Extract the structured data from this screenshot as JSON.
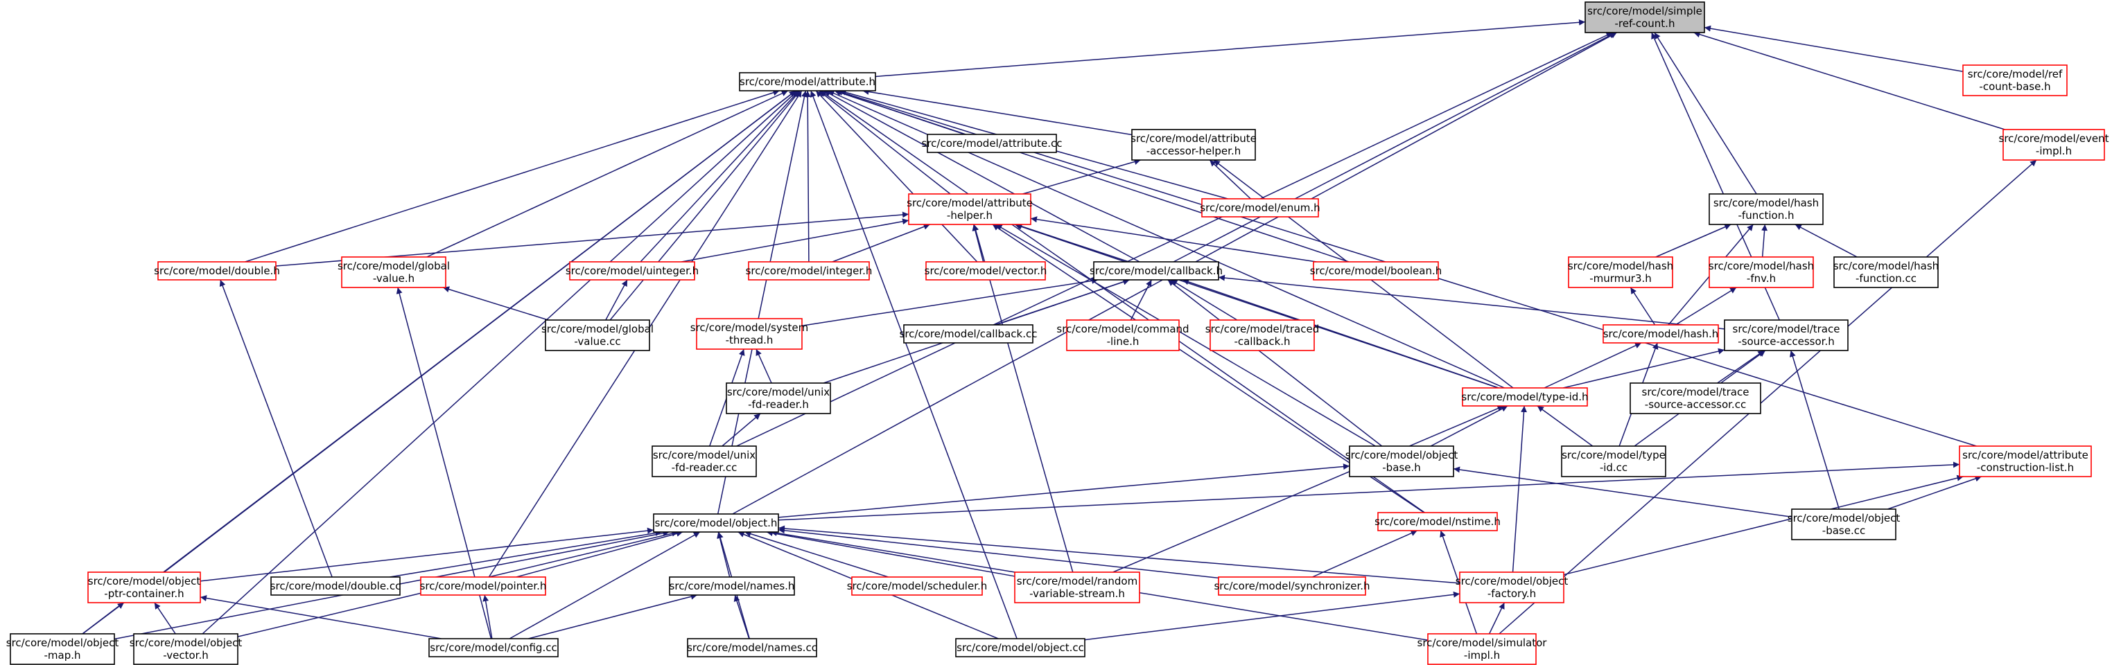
{
  "colors": {
    "edge": "#191970",
    "inherit_box": "#000000",
    "missing_box": "#ff0000",
    "root_fill": "#bfbfbf"
  },
  "nodes": [
    {
      "id": "simple-ref-count",
      "lines": [
        "src/core/model/simple",
        "-ref-count.h"
      ],
      "style": "root"
    },
    {
      "id": "attribute-h",
      "lines": [
        "src/core/model/attribute.h"
      ],
      "style": "black"
    },
    {
      "id": "ref-count-base",
      "lines": [
        "src/core/model/ref",
        "-count-base.h"
      ],
      "style": "red"
    },
    {
      "id": "event-impl",
      "lines": [
        "src/core/model/event",
        "-impl.h"
      ],
      "style": "red"
    },
    {
      "id": "attribute-cc",
      "lines": [
        "src/core/model/attribute.cc"
      ],
      "style": "black"
    },
    {
      "id": "attribute-accessor-helper",
      "lines": [
        "src/core/model/attribute",
        "-accessor-helper.h"
      ],
      "style": "black"
    },
    {
      "id": "attribute-helper",
      "lines": [
        "src/core/model/attribute",
        "-helper.h"
      ],
      "style": "red"
    },
    {
      "id": "enum-h",
      "lines": [
        "src/core/model/enum.h"
      ],
      "style": "red"
    },
    {
      "id": "hash-function-h",
      "lines": [
        "src/core/model/hash",
        "-function.h"
      ],
      "style": "black"
    },
    {
      "id": "double-h",
      "lines": [
        "src/core/model/double.h"
      ],
      "style": "red"
    },
    {
      "id": "global-value-h",
      "lines": [
        "src/core/model/global",
        "-value.h"
      ],
      "style": "red"
    },
    {
      "id": "uinteger-h",
      "lines": [
        "src/core/model/uinteger.h"
      ],
      "style": "red"
    },
    {
      "id": "integer-h",
      "lines": [
        "src/core/model/integer.h"
      ],
      "style": "red"
    },
    {
      "id": "vector-h",
      "lines": [
        "src/core/model/vector.h"
      ],
      "style": "red"
    },
    {
      "id": "callback-h",
      "lines": [
        "src/core/model/callback.h"
      ],
      "style": "black"
    },
    {
      "id": "boolean-h",
      "lines": [
        "src/core/model/boolean.h"
      ],
      "style": "red"
    },
    {
      "id": "hash-murmur3",
      "lines": [
        "src/core/model/hash",
        "-murmur3.h"
      ],
      "style": "red"
    },
    {
      "id": "hash-fnv",
      "lines": [
        "src/core/model/hash",
        "-fnv.h"
      ],
      "style": "red"
    },
    {
      "id": "hash-function-cc",
      "lines": [
        "src/core/model/hash",
        "-function.cc"
      ],
      "style": "black"
    },
    {
      "id": "global-value-cc",
      "lines": [
        "src/core/model/global",
        "-value.cc"
      ],
      "style": "black"
    },
    {
      "id": "system-thread",
      "lines": [
        "src/core/model/system",
        "-thread.h"
      ],
      "style": "red"
    },
    {
      "id": "callback-cc",
      "lines": [
        "src/core/model/callback.cc"
      ],
      "style": "black"
    },
    {
      "id": "command-line",
      "lines": [
        "src/core/model/command",
        "-line.h"
      ],
      "style": "red"
    },
    {
      "id": "traced-callback",
      "lines": [
        "src/core/model/traced",
        "-callback.h"
      ],
      "style": "red"
    },
    {
      "id": "hash-h",
      "lines": [
        "src/core/model/hash.h"
      ],
      "style": "red"
    },
    {
      "id": "trace-source-accessor-h",
      "lines": [
        "src/core/model/trace",
        "-source-accessor.h"
      ],
      "style": "black"
    },
    {
      "id": "unix-fd-reader-h",
      "lines": [
        "src/core/model/unix",
        "-fd-reader.h"
      ],
      "style": "black"
    },
    {
      "id": "type-id-h",
      "lines": [
        "src/core/model/type-id.h"
      ],
      "style": "red"
    },
    {
      "id": "trace-source-accessor-cc",
      "lines": [
        "src/core/model/trace",
        "-source-accessor.cc"
      ],
      "style": "black"
    },
    {
      "id": "unix-fd-reader-cc",
      "lines": [
        "src/core/model/unix",
        "-fd-reader.cc"
      ],
      "style": "black"
    },
    {
      "id": "object-base-h",
      "lines": [
        "src/core/model/object",
        "-base.h"
      ],
      "style": "black"
    },
    {
      "id": "type-id-cc",
      "lines": [
        "src/core/model/type",
        "-id.cc"
      ],
      "style": "black"
    },
    {
      "id": "attribute-construction-list",
      "lines": [
        "src/core/model/attribute",
        "-construction-list.h"
      ],
      "style": "red"
    },
    {
      "id": "object-h",
      "lines": [
        "src/core/model/object.h"
      ],
      "style": "black"
    },
    {
      "id": "nstime-h",
      "lines": [
        "src/core/model/nstime.h"
      ],
      "style": "red"
    },
    {
      "id": "object-base-cc",
      "lines": [
        "src/core/model/object",
        "-base.cc"
      ],
      "style": "black"
    },
    {
      "id": "object-ptr-container",
      "lines": [
        "src/core/model/object",
        "-ptr-container.h"
      ],
      "style": "red"
    },
    {
      "id": "double-cc",
      "lines": [
        "src/core/model/double.cc"
      ],
      "style": "black"
    },
    {
      "id": "pointer-h",
      "lines": [
        "src/core/model/pointer.h"
      ],
      "style": "red"
    },
    {
      "id": "names-h",
      "lines": [
        "src/core/model/names.h"
      ],
      "style": "black"
    },
    {
      "id": "scheduler-h",
      "lines": [
        "src/core/model/scheduler.h"
      ],
      "style": "red"
    },
    {
      "id": "random-variable-stream",
      "lines": [
        "src/core/model/random",
        "-variable-stream.h"
      ],
      "style": "red"
    },
    {
      "id": "synchronizer-h",
      "lines": [
        "src/core/model/synchronizer.h"
      ],
      "style": "red"
    },
    {
      "id": "object-factory",
      "lines": [
        "src/core/model/object",
        "-factory.h"
      ],
      "style": "red"
    },
    {
      "id": "object-map",
      "lines": [
        "src/core/model/object",
        "-map.h"
      ],
      "style": "black"
    },
    {
      "id": "object-vector",
      "lines": [
        "src/core/model/object",
        "-vector.h"
      ],
      "style": "black"
    },
    {
      "id": "config-cc",
      "lines": [
        "src/core/model/config.cc"
      ],
      "style": "black"
    },
    {
      "id": "names-cc",
      "lines": [
        "src/core/model/names.cc"
      ],
      "style": "black"
    },
    {
      "id": "object-cc",
      "lines": [
        "src/core/model/object.cc"
      ],
      "style": "black"
    },
    {
      "id": "simulator-impl",
      "lines": [
        "src/core/model/simulator",
        "-impl.h"
      ],
      "style": "red"
    }
  ],
  "edges": [
    [
      "attribute-h",
      "simple-ref-count"
    ],
    [
      "ref-count-base",
      "simple-ref-count"
    ],
    [
      "event-impl",
      "simple-ref-count"
    ],
    [
      "hash-function-h",
      "simple-ref-count"
    ],
    [
      "trace-source-accessor-h",
      "simple-ref-count"
    ],
    [
      "callback-h",
      "simple-ref-count"
    ],
    [
      "unix-fd-reader-cc",
      "simple-ref-count"
    ],
    [
      "object-h",
      "simple-ref-count"
    ],
    [
      "simulator-impl",
      "event-impl"
    ],
    [
      "attribute-cc",
      "attribute-h"
    ],
    [
      "attribute-accessor-helper",
      "attribute-h"
    ],
    [
      "attribute-helper",
      "attribute-h"
    ],
    [
      "enum-h",
      "attribute-h"
    ],
    [
      "boolean-h",
      "attribute-h"
    ],
    [
      "double-h",
      "attribute-h"
    ],
    [
      "global-value-h",
      "attribute-h"
    ],
    [
      "uinteger-h",
      "attribute-h"
    ],
    [
      "integer-h",
      "attribute-h"
    ],
    [
      "vector-h",
      "attribute-h"
    ],
    [
      "callback-h",
      "attribute-h"
    ],
    [
      "type-id-h",
      "attribute-h"
    ],
    [
      "attribute-construction-list",
      "attribute-h"
    ],
    [
      "object-h",
      "attribute-h"
    ],
    [
      "object-ptr-container",
      "attribute-h"
    ],
    [
      "pointer-h",
      "attribute-h"
    ],
    [
      "object-map",
      "attribute-h"
    ],
    [
      "object-vector",
      "attribute-h"
    ],
    [
      "global-value-cc",
      "attribute-h"
    ],
    [
      "object-cc",
      "attribute-h"
    ],
    [
      "nstime-h",
      "attribute-h"
    ],
    [
      "attribute-helper",
      "attribute-accessor-helper"
    ],
    [
      "enum-h",
      "attribute-accessor-helper"
    ],
    [
      "type-id-h",
      "attribute-accessor-helper"
    ],
    [
      "double-h",
      "attribute-helper"
    ],
    [
      "uinteger-h",
      "attribute-helper"
    ],
    [
      "integer-h",
      "attribute-helper"
    ],
    [
      "vector-h",
      "attribute-helper"
    ],
    [
      "callback-h",
      "attribute-helper"
    ],
    [
      "boolean-h",
      "attribute-helper"
    ],
    [
      "type-id-h",
      "attribute-helper"
    ],
    [
      "object-base-h",
      "attribute-helper"
    ],
    [
      "random-variable-stream",
      "attribute-helper"
    ],
    [
      "nstime-h",
      "attribute-helper"
    ],
    [
      "hash-murmur3",
      "hash-function-h"
    ],
    [
      "hash-fnv",
      "hash-function-h"
    ],
    [
      "hash-function-cc",
      "hash-function-h"
    ],
    [
      "hash-h",
      "hash-function-h"
    ],
    [
      "hash-h",
      "hash-murmur3"
    ],
    [
      "hash-h",
      "hash-fnv"
    ],
    [
      "type-id-h",
      "hash-h"
    ],
    [
      "type-id-cc",
      "hash-h"
    ],
    [
      "global-value-cc",
      "global-value-h"
    ],
    [
      "config-cc",
      "global-value-h"
    ],
    [
      "global-value-cc",
      "uinteger-h"
    ],
    [
      "double-cc",
      "double-h"
    ],
    [
      "system-thread",
      "callback-h"
    ],
    [
      "callback-cc",
      "callback-h"
    ],
    [
      "command-line",
      "callback-h"
    ],
    [
      "traced-callback",
      "callback-h"
    ],
    [
      "trace-source-accessor-h",
      "callback-h"
    ],
    [
      "type-id-h",
      "callback-h"
    ],
    [
      "unix-fd-reader-h",
      "callback-h"
    ],
    [
      "object-base-h",
      "callback-h"
    ],
    [
      "unix-fd-reader-h",
      "system-thread"
    ],
    [
      "unix-fd-reader-cc",
      "system-thread"
    ],
    [
      "unix-fd-reader-cc",
      "unix-fd-reader-h"
    ],
    [
      "type-id-h",
      "trace-source-accessor-h"
    ],
    [
      "trace-source-accessor-cc",
      "trace-source-accessor-h"
    ],
    [
      "type-id-cc",
      "trace-source-accessor-h"
    ],
    [
      "object-base-cc",
      "trace-source-accessor-h"
    ],
    [
      "object-base-h",
      "type-id-h"
    ],
    [
      "type-id-cc",
      "type-id-h"
    ],
    [
      "random-variable-stream",
      "type-id-h"
    ],
    [
      "object-factory",
      "type-id-h"
    ],
    [
      "object-h",
      "object-base-h"
    ],
    [
      "object-base-cc",
      "object-base-h"
    ],
    [
      "object-h",
      "attribute-construction-list"
    ],
    [
      "object-base-cc",
      "attribute-construction-list"
    ],
    [
      "object-factory",
      "attribute-construction-list"
    ],
    [
      "object-ptr-container",
      "object-h"
    ],
    [
      "double-cc",
      "object-h"
    ],
    [
      "pointer-h",
      "object-h"
    ],
    [
      "names-h",
      "object-h"
    ],
    [
      "scheduler-h",
      "object-h"
    ],
    [
      "random-variable-stream",
      "object-h"
    ],
    [
      "synchronizer-h",
      "object-h"
    ],
    [
      "object-factory",
      "object-h"
    ],
    [
      "object-map",
      "object-h"
    ],
    [
      "object-vector",
      "object-h"
    ],
    [
      "config-cc",
      "object-h"
    ],
    [
      "names-cc",
      "object-h"
    ],
    [
      "object-cc",
      "object-h"
    ],
    [
      "simulator-impl",
      "object-h"
    ],
    [
      "synchronizer-h",
      "nstime-h"
    ],
    [
      "simulator-impl",
      "nstime-h"
    ],
    [
      "object-map",
      "object-ptr-container"
    ],
    [
      "object-vector",
      "object-ptr-container"
    ],
    [
      "config-cc",
      "object-ptr-container"
    ],
    [
      "config-cc",
      "pointer-h"
    ],
    [
      "config-cc",
      "names-h"
    ],
    [
      "names-cc",
      "names-h"
    ],
    [
      "object-cc",
      "object-factory"
    ],
    [
      "simulator-impl",
      "object-factory"
    ]
  ]
}
